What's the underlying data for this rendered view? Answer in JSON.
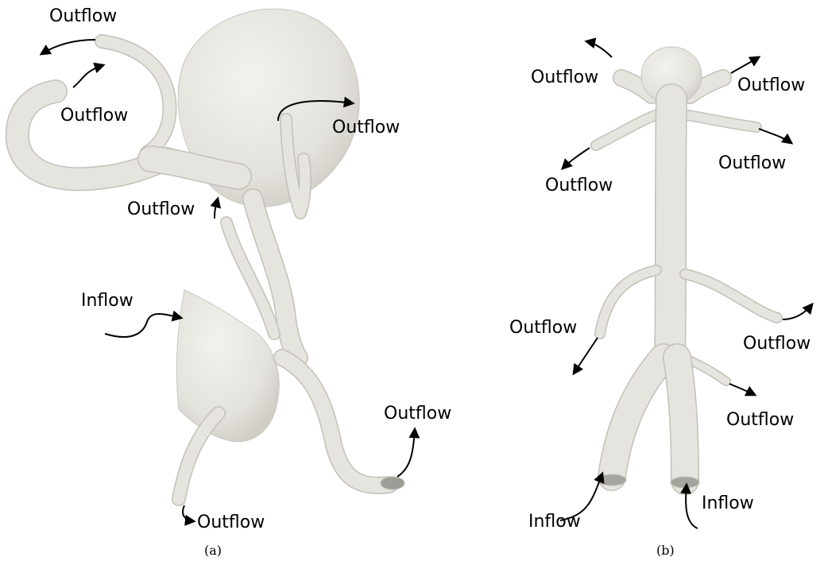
{
  "panel_a": {
    "caption": "(a)",
    "labels": [
      "Outflow",
      "Outflow",
      "Outflow",
      "Outflow",
      "Inflow",
      "Outflow",
      "Outflow"
    ]
  },
  "panel_b": {
    "caption": "(b)",
    "labels": [
      "Outflow",
      "Outflow",
      "Outflow",
      "Outflow",
      "Outflow",
      "Outflow",
      "Outflow",
      "Inflow",
      "Inflow"
    ]
  },
  "colors": {
    "vessel": "#e6e4de",
    "vessel_edge": "#c2c0b9",
    "text": "#000000"
  }
}
